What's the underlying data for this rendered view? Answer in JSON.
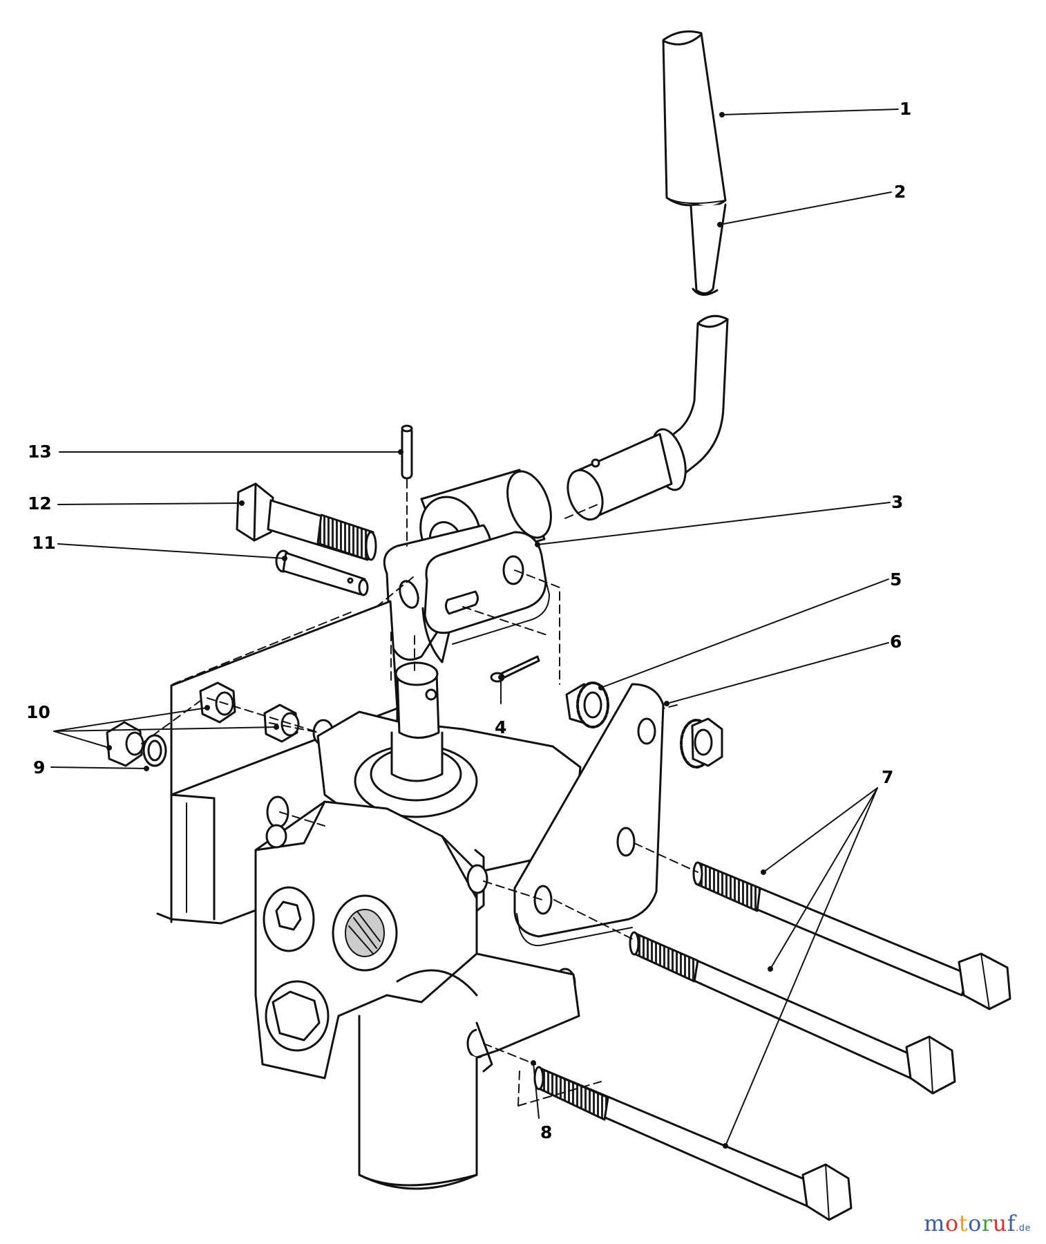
{
  "callouts": [
    {
      "id": "1",
      "text": "1"
    },
    {
      "id": "2",
      "text": "2"
    },
    {
      "id": "3",
      "text": "3"
    },
    {
      "id": "4",
      "text": "4"
    },
    {
      "id": "5",
      "text": "5"
    },
    {
      "id": "6",
      "text": "6"
    },
    {
      "id": "7",
      "text": "7"
    },
    {
      "id": "8",
      "text": "8"
    },
    {
      "id": "9",
      "text": "9"
    },
    {
      "id": "10",
      "text": "10"
    },
    {
      "id": "11",
      "text": "11"
    },
    {
      "id": "12",
      "text": "12"
    },
    {
      "id": "13",
      "text": "13"
    }
  ],
  "watermark": {
    "letters": [
      "m",
      "o",
      "t",
      "o",
      "r",
      "u",
      "f"
    ],
    "letter_colors": [
      "#3a5fa8",
      "#d43a2a",
      "#e8a21a",
      "#3a5fa8",
      "#3f9a3f",
      "#d43a2a",
      "#3a5fa8"
    ],
    "suffix": ".de"
  },
  "colors": {
    "ink": "#111111",
    "paper": "#ffffff",
    "shade": "#e6e6e6"
  }
}
